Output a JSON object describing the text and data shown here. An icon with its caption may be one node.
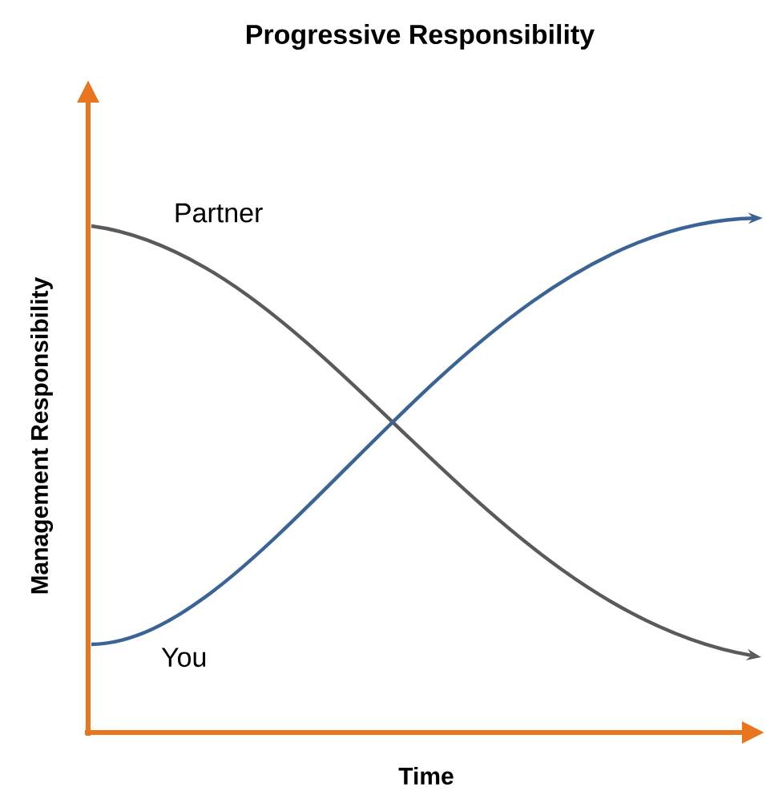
{
  "diagram": {
    "title": "Progressive Responsibility",
    "nodes": [
      {
        "text": [
          "Partner"
        ]
      },
      {
        "text": [
          "You"
        ]
      }
    ],
    "edges": [
      {
        "from": 0,
        "to": null,
        "arrow": "to",
        "color": "#5a5a5a"
      },
      {
        "from": 1,
        "to": null,
        "arrow": "to",
        "color": "#3b6496"
      }
    ],
    "labels": [
      "Management Responsibility",
      "Time"
    ]
  }
}
